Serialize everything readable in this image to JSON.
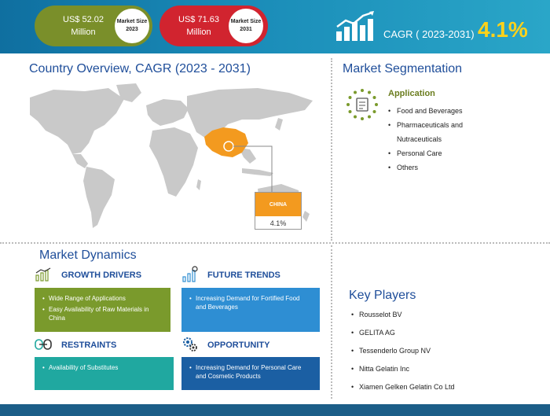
{
  "header": {
    "size_2023": {
      "value_line1": "US$ 52.02",
      "value_line2": "Million",
      "badge_line1": "Market Size",
      "badge_line2": "2023"
    },
    "size_2031": {
      "value_line1": "US$ 71.63",
      "value_line2": "Million",
      "badge_line1": "Market Size",
      "badge_line2": "2031"
    },
    "cagr_label": "CAGR ( 2023-2031)",
    "cagr_value": "4.1%"
  },
  "country_overview": {
    "title": "Country Overview, CAGR (2023 - 2031)",
    "callout_country": "CHINA",
    "callout_value": "4.1%"
  },
  "segmentation": {
    "title": "Market Segmentation",
    "category": "Application",
    "items": [
      "Food and Beverages",
      "Pharmaceuticals and Nutraceuticals",
      "Personal Care",
      "Others"
    ]
  },
  "dynamics": {
    "title": "Market Dynamics",
    "growth_drivers": {
      "heading": "GROWTH DRIVERS",
      "items": [
        "Wide Range of Applications",
        "Easy Availability of Raw Materials in China"
      ]
    },
    "future_trends": {
      "heading": "FUTURE TRENDS",
      "items": [
        "Increasing Demand for Fortified Food and Beverages"
      ]
    },
    "restraints": {
      "heading": "RESTRAINTS",
      "items": [
        "Availability of Substitutes"
      ]
    },
    "opportunity": {
      "heading": "OPPORTUNITY",
      "items": [
        "Increasing Demand for Personal Care and Cosmetic Products"
      ]
    }
  },
  "key_players": {
    "title": "Key Players",
    "items": [
      "Rousselot BV",
      "GELITA AG",
      "Tessenderlo Group NV",
      "Nitta Gelatin Inc",
      "Xiamen Gelken Gelatin Co Ltd"
    ]
  },
  "colors": {
    "header_blue": "#1a8cb8",
    "green": "#7a9a2c",
    "red": "#d1242f",
    "accent_yellow": "#ffd21a",
    "china_orange": "#f39a1f",
    "title_blue": "#1f4e9a"
  }
}
